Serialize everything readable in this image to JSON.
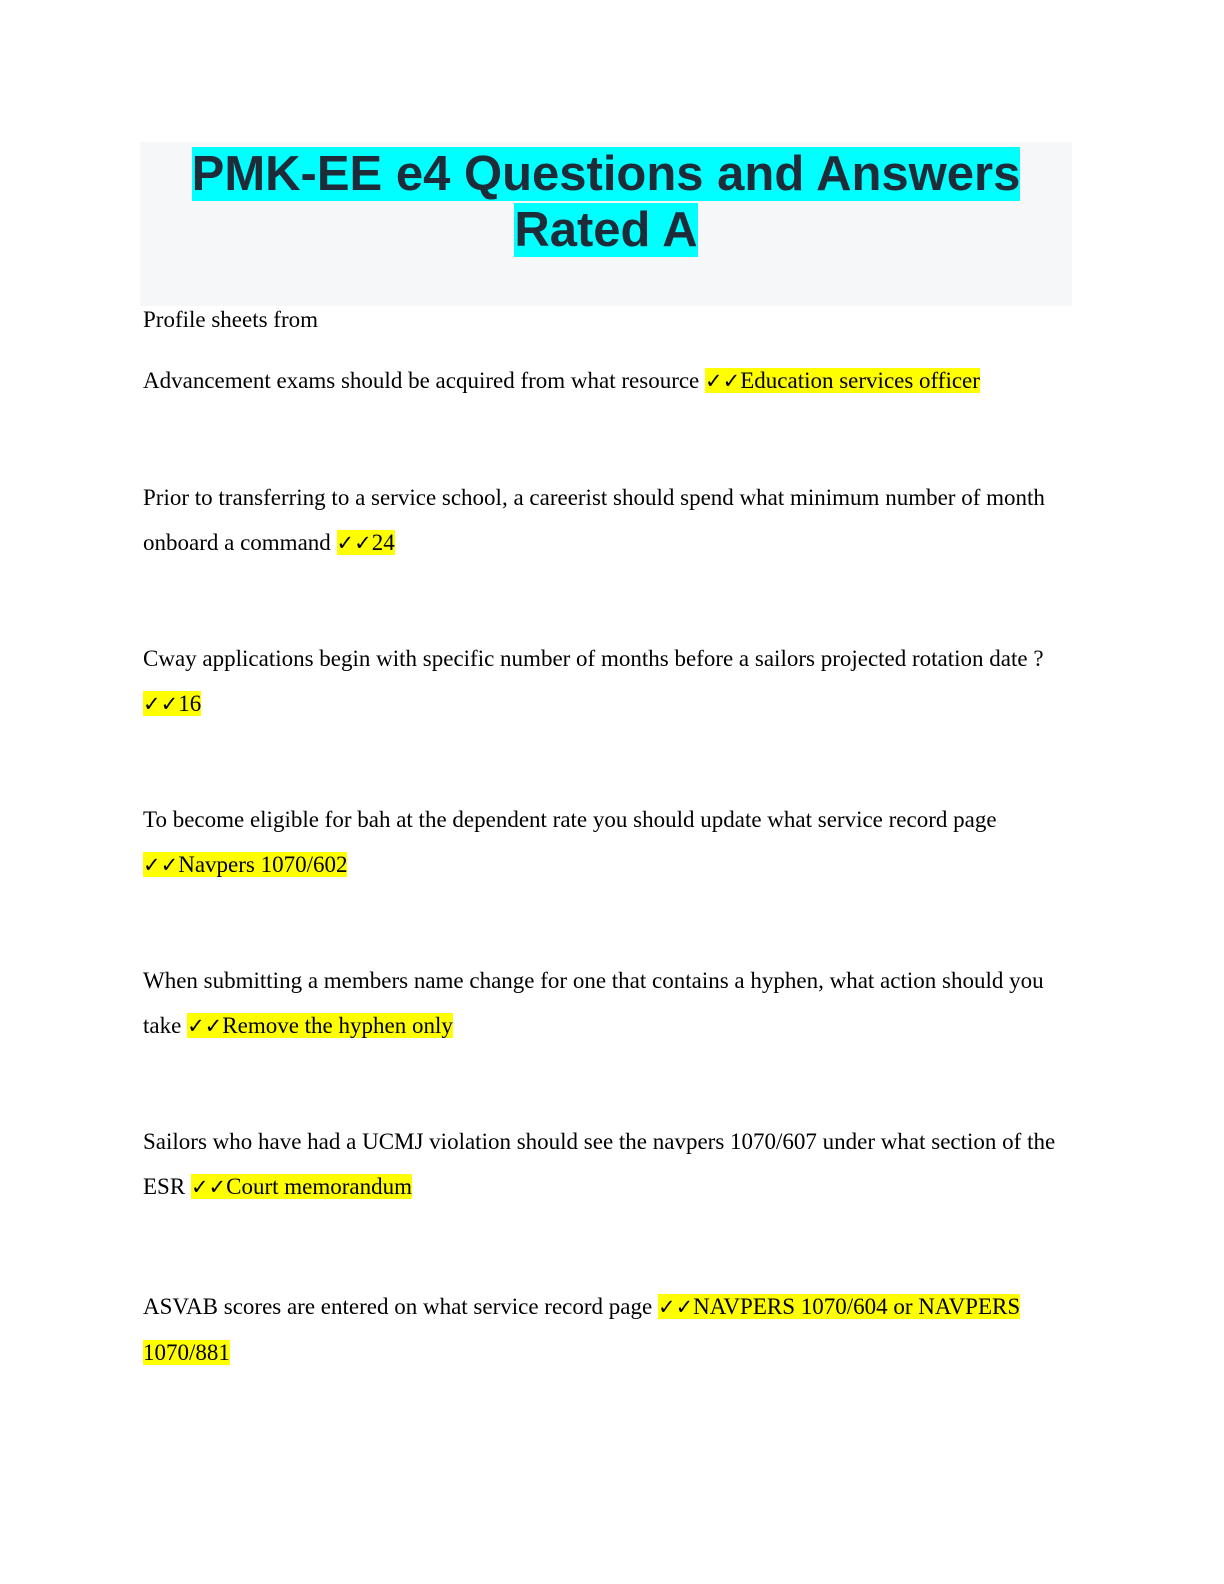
{
  "document": {
    "title_line1": "PMK-EE e4 Questions and Answers",
    "title_line2": "Rated A",
    "intro": "Profile sheets from",
    "check_mark": "✓✓",
    "highlight_color": "#ffff00",
    "title_highlight_color": "#00ffff",
    "items": [
      {
        "question": "Advancement exams should be acquired from what resource ",
        "answer": "Education services officer"
      },
      {
        "question": "Prior to transferring to a service school, a careerist should spend what minimum number of month onboard a command ",
        "answer": "24"
      },
      {
        "question": "Cway applications begin with specific number of months before a sailors projected rotation date ? ",
        "answer": "16"
      },
      {
        "question": "To become eligible for bah at the dependent rate you should update what service record page ",
        "answer": "Navpers 1070/602"
      },
      {
        "question": "When submitting a members name change for one that contains a hyphen, what action should you take ",
        "answer": "Remove the hyphen only"
      },
      {
        "question": "Sailors who have had a UCMJ violation should see the navpers 1070/607 under what section of the ESR ",
        "answer": "Court memorandum"
      },
      {
        "question": "ASVAB scores are entered on what service record page ",
        "answer": "NAVPERS 1070/604 or NAVPERS 1070/881"
      }
    ]
  }
}
